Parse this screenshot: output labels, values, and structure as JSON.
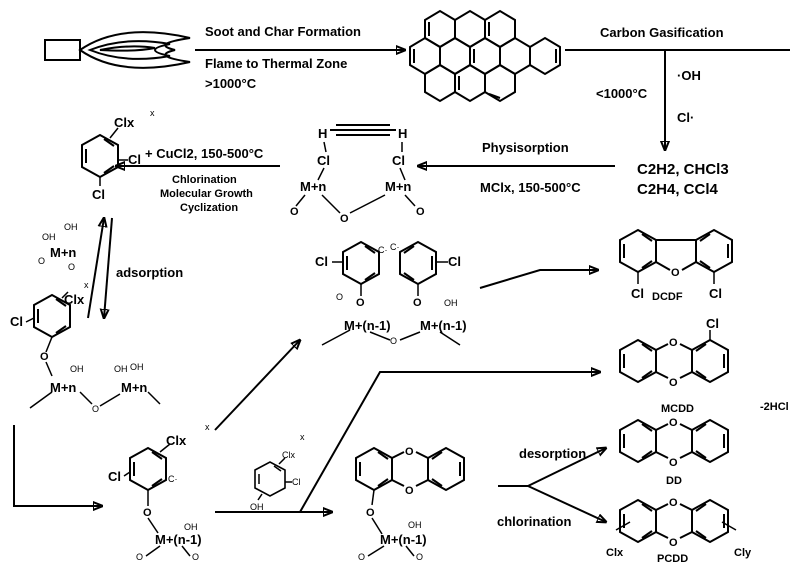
{
  "labels": {
    "soot_formation": "Soot and Char Formation",
    "flame_to_thermal": "Flame to Thermal Zone",
    "temp_high": ">1000°C",
    "carbon_gasification": "Carbon Gasification",
    "oh_radical": "·OH",
    "temp_low": "<1000°C",
    "cl_radical": "Cl·",
    "products_row1": "C2H2, CHCl3",
    "products_row2": "C2H4, CCl4",
    "physisorption": "Physisorption",
    "mclx": "MClx, 150-500°C",
    "cucl2": "+ CuCl2, 150-500°C",
    "chlorination_title": "Chlorination",
    "molecular_growth": "Molecular Growth",
    "cyclization": "Cyclization",
    "adsorption": "adsorption",
    "dcdf": "DCDF",
    "mcdd": "MCDD",
    "dd": "DD",
    "pcdd": "PCDD",
    "desorption": "desorption",
    "chlorination": "chlorination",
    "minus_2hcl": "-2HCl",
    "clx": "Clx",
    "cl": "Cl",
    "oh": "OH",
    "o": "O",
    "x": "x",
    "m_n": "M+n",
    "m_n1": "M+(n-1)",
    "c_dot": "C·",
    "h": "H",
    "cl_x_sub": "Clx",
    "cl_y_sub": "Cly"
  },
  "colors": {
    "flame_outer": "#e8481c",
    "flame_inner": "#f7a35c",
    "ink": "#000000"
  },
  "icons": [
    "flame-icon",
    "burner-icon"
  ]
}
